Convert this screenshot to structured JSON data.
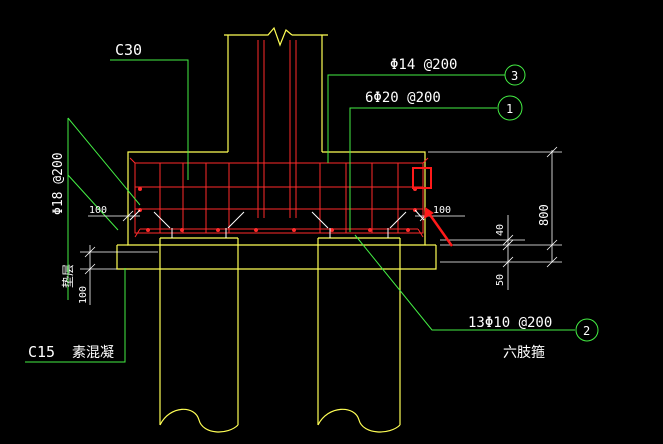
{
  "colors": {
    "background": "#000000",
    "outline": "#ffff55",
    "rebar": "#ff2a2a",
    "leader": "#44ee44",
    "dimension": "#ffffff",
    "highlight": "#ff1a1a"
  },
  "labels": {
    "concrete_grade": "C30",
    "top_rebar_spec": "Φ14 @200",
    "top_rebar_callout": "3",
    "main_rebar_spec": "6Φ20 @200",
    "main_rebar_callout": "1",
    "side_rebar_spec": "Φ18 @200",
    "stirrup_spec": "13Φ10 @200",
    "stirrup_callout": "2",
    "stirrup_type": "六肢箍",
    "blinding_label": "垫层",
    "blinding_grade": "C15",
    "blinding_material": "素混凝"
  },
  "dimensions": {
    "cover_left": "100",
    "cover_right": "100",
    "depth": "800",
    "bottom_cover": "40",
    "pile_embed": "50",
    "blinding_thickness": "100"
  }
}
